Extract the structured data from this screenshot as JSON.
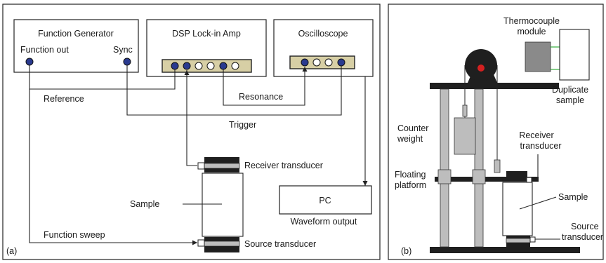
{
  "panel_a": {
    "label": "(a)",
    "function_generator": {
      "title": "Function Generator",
      "function_out": "Function out",
      "sync": "Sync"
    },
    "lockin": {
      "title": "DSP Lock-in Amp"
    },
    "oscilloscope": {
      "title": "Oscilloscope"
    },
    "pc": {
      "title": "PC"
    },
    "signals": {
      "reference": "Reference",
      "resonance": "Resonance",
      "trigger": "Trigger",
      "function_sweep": "Function sweep",
      "waveform_output": "Waveform output"
    },
    "parts": {
      "receiver_transducer": "Receiver transducer",
      "sample": "Sample",
      "source_transducer": "Source transducer"
    }
  },
  "panel_b": {
    "label": "(b)",
    "thermocouple_line1": "Thermocouple",
    "thermocouple_line2": "module",
    "duplicate_line1": "Duplicate",
    "duplicate_line2": "sample",
    "counter_line1": "Counter",
    "counter_line2": "weight",
    "receiver_line1": "Receiver",
    "receiver_line2": "transducer",
    "floating_line1": "Floating",
    "floating_line2": "platform",
    "sample": "Sample",
    "source_line1": "Source",
    "source_line2": "transducer"
  },
  "colors": {
    "port_blue": "#2a3a8f",
    "panel_strip": "#d7cfa5",
    "pulley_red": "#d42020",
    "thermo_green": "#3cb043"
  }
}
